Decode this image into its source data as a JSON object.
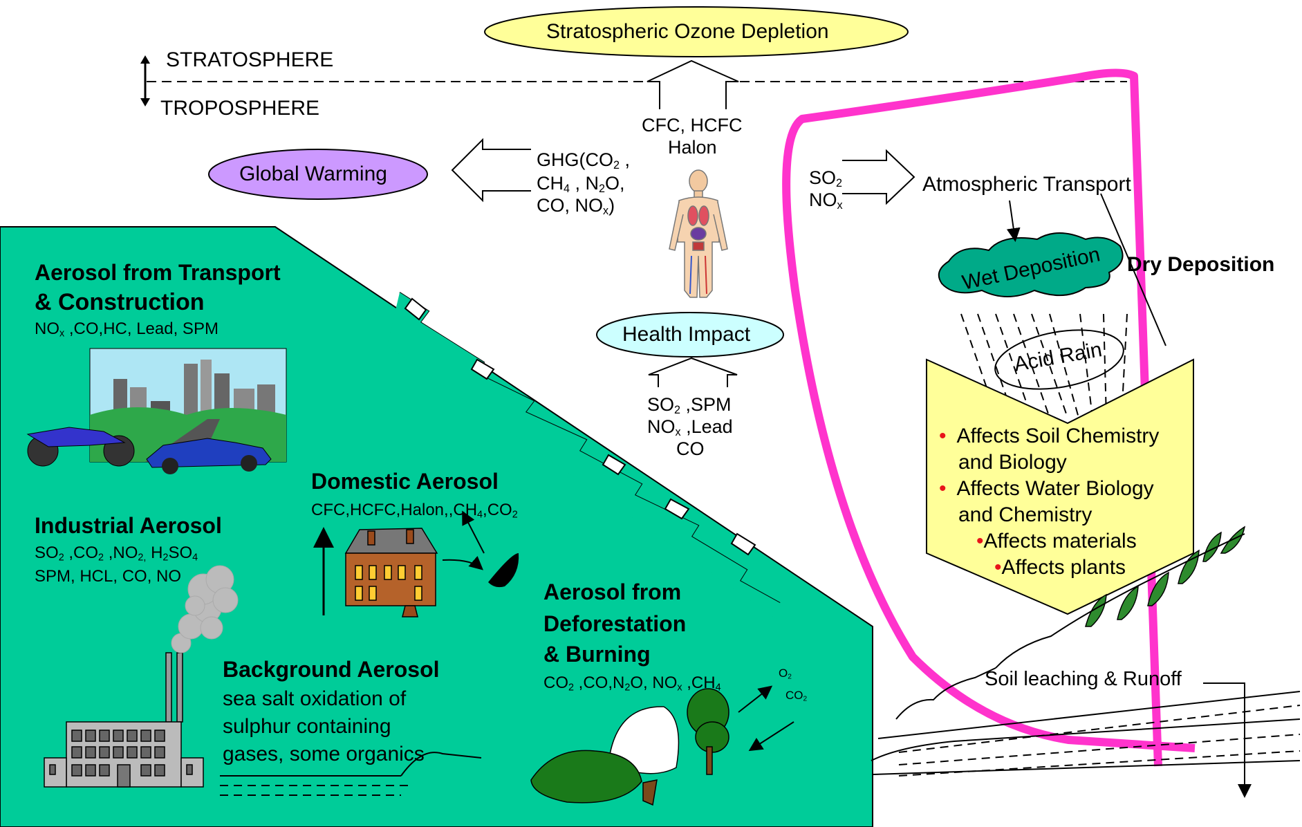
{
  "layers": {
    "stratosphere": "STRATOSPHERE",
    "troposphere": "TROPOSPHERE"
  },
  "ovals": {
    "ozone": "Stratospheric Ozone Depletion",
    "global_warming": "Global Warming",
    "health": "Health Impact",
    "acid_rain": "Acid Rain"
  },
  "gases": {
    "cfc_1": "CFC, HCFC",
    "cfc_2": "Halon",
    "ghg_1a": "GHG(CO",
    "ghg_1b": "2",
    "ghg_1c": " ,",
    "ghg_2a": "CH",
    "ghg_2b": "4",
    "ghg_2c": " , N",
    "ghg_2d": "2",
    "ghg_2e": "O,",
    "ghg_3a": "CO, NO",
    "ghg_3b": "x",
    "ghg_3c": ")",
    "sox_1a": "SO",
    "sox_1b": "2",
    "sox_2a": "NO",
    "sox_2b": "x",
    "health_1a": "SO",
    "health_1b": "2",
    "health_1c": " ,SPM",
    "health_2a": "NO",
    "health_2b": "x",
    "health_2c": " ,Lead",
    "health_3": "CO"
  },
  "deposition": {
    "transport": "Atmospheric Transport",
    "wet": "Wet Deposition",
    "dry": "Dry Deposition",
    "bullet_1a": "Affects Soil Chemistry",
    "bullet_1b": "and Biology",
    "bullet_2a": "Affects Water Biology",
    "bullet_2b": "and Chemistry",
    "bullet_3": "Affects materials",
    "bullet_4": "Affects plants",
    "soil": "Soil leaching & Runoff",
    "bullet_mark": "•"
  },
  "sources": {
    "transport_title_1": "Aerosol from Transport",
    "transport_title_2": "& Construction",
    "transport_gases_a": "NO",
    "transport_gases_b": "x",
    "transport_gases_c": " ,CO,HC, Lead, SPM",
    "industrial_title": "Industrial Aerosol",
    "industrial_1a": "SO",
    "industrial_1b": "2",
    "industrial_1c": " ,CO",
    "industrial_1d": "2",
    "industrial_1e": " ,NO",
    "industrial_1f": "2,",
    "industrial_1g": " H",
    "industrial_1h": "2",
    "industrial_1i": "SO",
    "industrial_1j": "4",
    "industrial_2": "SPM, HCL, CO, NO",
    "domestic_title": "Domestic Aerosol",
    "domestic_a": "CFC,HCFC,Halon,,CH",
    "domestic_b": "4",
    "domestic_c": ",CO",
    "domestic_d": "2",
    "background_title": "Background Aerosol",
    "background_1": "sea salt oxidation of",
    "background_2": "sulphur containing",
    "background_3": "gases, some organics",
    "defor_title_1": "Aerosol from",
    "defor_title_2": "Deforestation",
    "defor_title_3": "& Burning",
    "defor_a": "CO",
    "defor_b": "2",
    "defor_c": " ,CO,N",
    "defor_d": "2",
    "defor_e": "O, NO",
    "defor_f": "x",
    "defor_g": " ,CH",
    "defor_h": "4",
    "o2_a": "O",
    "o2_b": "2",
    "co2_a": "CO",
    "co2_b": "2"
  },
  "colors": {
    "land": "#00cc99",
    "ozone_oval": "#ffff99",
    "gw_oval": "#cc99ff",
    "health_oval": "#ccffff",
    "shield": "#ffff99",
    "cloud": "#00aa88",
    "highlight_loop": "#ff33cc",
    "bullet": "#e8141a"
  },
  "icons": [
    "human-figure-icon",
    "city-skyline-icon",
    "motorcycle-icon",
    "car-icon",
    "house-icon",
    "factory-icon",
    "smoke-icon",
    "tree-icon",
    "plant-icon"
  ]
}
